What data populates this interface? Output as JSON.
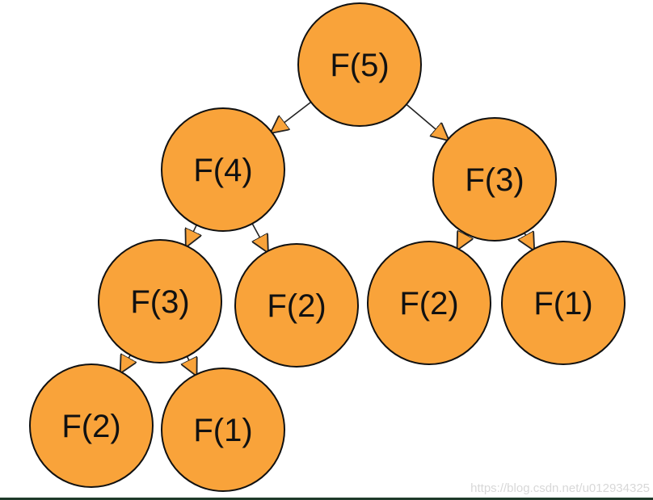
{
  "colors": {
    "node_fill": "#f9a33a",
    "node_stroke": "#111111",
    "edge": "#222222",
    "arrow_fill": "#f9a33a"
  },
  "nodes": [
    {
      "id": "n1",
      "label": "F(5)"
    },
    {
      "id": "n2",
      "label": "F(4)"
    },
    {
      "id": "n3",
      "label": "F(3)"
    },
    {
      "id": "n4",
      "label": "F(3)"
    },
    {
      "id": "n5",
      "label": "F(2)"
    },
    {
      "id": "n6",
      "label": "F(2)"
    },
    {
      "id": "n7",
      "label": "F(1)"
    },
    {
      "id": "n8",
      "label": "F(2)"
    },
    {
      "id": "n9",
      "label": "F(1)"
    }
  ],
  "edges": [
    {
      "from": "n1",
      "to": "n2"
    },
    {
      "from": "n1",
      "to": "n3"
    },
    {
      "from": "n2",
      "to": "n4"
    },
    {
      "from": "n2",
      "to": "n5"
    },
    {
      "from": "n3",
      "to": "n6"
    },
    {
      "from": "n3",
      "to": "n7"
    },
    {
      "from": "n4",
      "to": "n8"
    },
    {
      "from": "n4",
      "to": "n9"
    }
  ],
  "watermark": "https://blog.csdn.net/u012934325"
}
